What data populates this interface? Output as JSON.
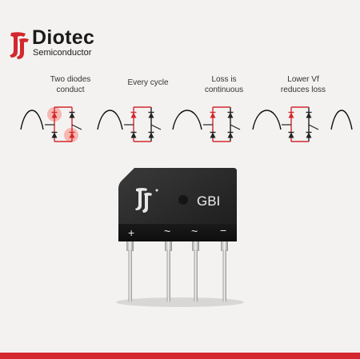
{
  "brand": {
    "name": "Diotec",
    "tagline": "Semiconductor"
  },
  "captions": [
    {
      "line1": "Two diodes",
      "line2": "conduct"
    },
    {
      "line1": "Every cycle",
      "line2": ""
    },
    {
      "line1": "Loss is",
      "line2": "continuous"
    },
    {
      "line1": "Lower Vf",
      "line2": "reduces loss"
    }
  ],
  "package": {
    "label": "GBI",
    "pins": [
      "+",
      "~",
      "~",
      "−"
    ]
  },
  "colors": {
    "accent": "#d3282e",
    "glow": "#ff4a3a",
    "body": "#2a2a2a",
    "wave": "#111111"
  }
}
